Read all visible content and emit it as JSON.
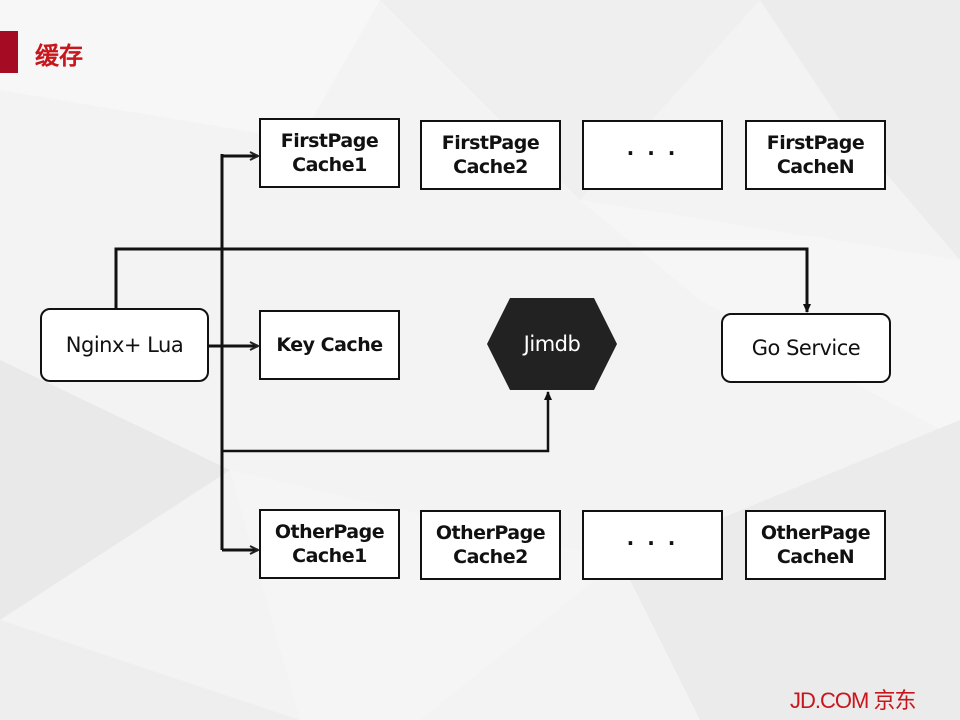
{
  "slide": {
    "title": "缓存",
    "accent_color": "#a50c24",
    "title_color": "#c8161d",
    "logo_text": "JD.COM 京东"
  },
  "nodes": {
    "nginx": "Nginx+ Lua",
    "key_cache": "Key Cache",
    "jimdb": "Jimdb",
    "go_service": "Go Service",
    "first_page": [
      "FirstPage\nCache1",
      "FirstPage\nCache2",
      "· · ·",
      "FirstPage\nCacheN"
    ],
    "other_page": [
      "OtherPage\nCache1",
      "OtherPage\nCache2",
      "· · ·",
      "OtherPage\nCacheN"
    ]
  },
  "edges": [
    {
      "from": "nginx",
      "to": "first_page.0"
    },
    {
      "from": "nginx",
      "to": "key_cache"
    },
    {
      "from": "nginx",
      "to": "other_page.0"
    },
    {
      "from": "nginx",
      "to": "jimdb"
    },
    {
      "from": "nginx",
      "to": "go_service"
    }
  ]
}
